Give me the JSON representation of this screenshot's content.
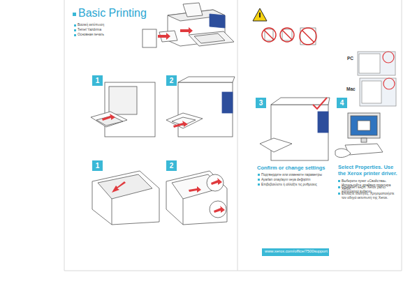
{
  "diagram": {
    "title": "Basic Printing",
    "nodes": [
      {
        "text": [
          "1"
        ]
      },
      {
        "text": [
          "2"
        ]
      },
      {
        "text": [
          "1"
        ]
      },
      {
        "text": [
          "2"
        ]
      },
      {
        "text": [
          "3"
        ]
      },
      {
        "text": [
          "4"
        ]
      }
    ],
    "labels": [
      "Βασική εκτύπωση",
      "Temel Yazdırma",
      "Основная печать",
      "Confirm or change settings",
      "Подтвердите или измените параметры",
      "Ayarları onaylayın veya değiştirin",
      "Επιβεβαιώστε ή αλλάξτε τις ρυθμίσεις",
      "Select Properties. Use the Xerox printer driver.",
      "Выберите пункт «Свойства». Используйте драйвер принтера Xerox.",
      "Özellikler'i seçin. Xerox yazıcı sürücüsünü kullanın.",
      "Επιλέξτε Ιδιότητες. Χρησιμοποιήστε τον οδηγό εκτυπωτή της Xerox.",
      "PC",
      "Mac",
      "www.xerox.com/office/7500support"
    ]
  }
}
